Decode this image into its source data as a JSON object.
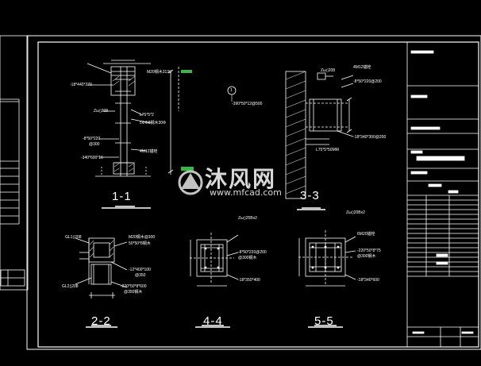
{
  "sections": {
    "s11": "1-1",
    "s33": "3-3",
    "s22": "2-2",
    "s44": "4-4",
    "s55": "5-5"
  },
  "callouts": {
    "circle_1": "1",
    "s11_top1": "M20钢木3130",
    "s11_left1": "-18*440*270",
    "s11_beam": "Zω▯208",
    "s11_angle": "L75*5*2",
    "s11_rebar": "5ΦΦ8钢木30Ф",
    "s11_stir": "-8*50*220",
    "s11_stir2": "@300",
    "s11_plate": "-340*600*16",
    "s11_anchor": "4M12锚栓",
    "s33_beam": "Zω▯208",
    "s33_anchor": "4M12锚栓",
    "s33_plate": "-390*50*12@500",
    "s33_stir": "-8*50*220@200",
    "s33_bot": "-18*340*300@200",
    "s33_ang": "L75*5*50MM",
    "s22_gl": "GL1▯208",
    "s22_m20": "M20钢木@300",
    "s22_50": "50*50*8钢木",
    "s22_plate": "-12*400*100",
    "s22_plate2": "@350",
    "s22_stir": "-220*50*8*600",
    "s22_stir2": "@350钢木",
    "s22_gl2": "GL2▯208",
    "s44_beam": "Zω▯25Bx2",
    "s44_stir": "-8*50*220@200",
    "s44_stir2": "@300钢木",
    "s44_bot": "-18*350*400",
    "s55_beam": "Zω▯20Bx2",
    "s55_anchor": "6M20锚栓",
    "s55_stir": "-220*50*8*75",
    "s55_stir2": "@300钢木",
    "s55_bot": "-18*340*600"
  },
  "watermark": {
    "brand_cn": "沐风网",
    "url": "www.mfcad.com"
  },
  "colors": {
    "background": "#000000",
    "lines": "#ffffff",
    "hatch": "#cfcfcf",
    "accent_green": "#3cb44b",
    "watermark": "#d8d8d8"
  }
}
